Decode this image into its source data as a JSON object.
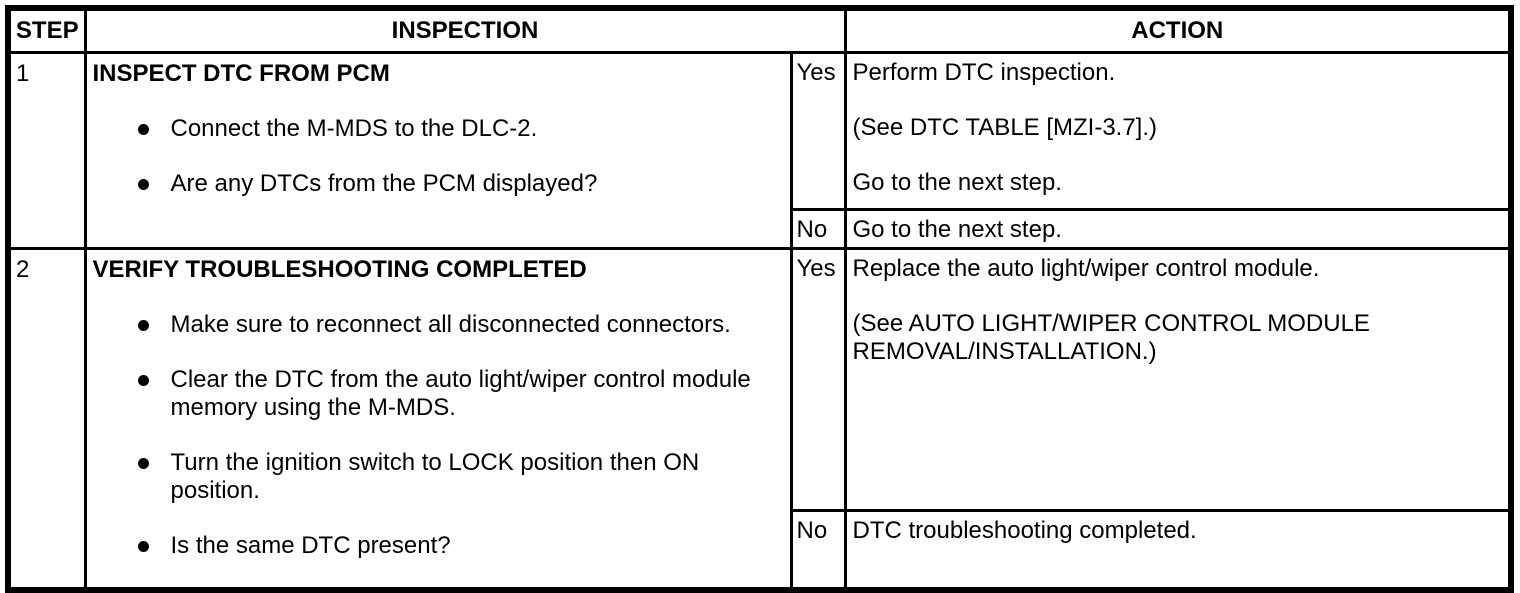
{
  "colors": {
    "border": "#000000",
    "text": "#000000",
    "background": "#ffffff"
  },
  "table": {
    "headers": {
      "step": "STEP",
      "inspection": "INSPECTION",
      "action": "ACTION"
    },
    "rows": [
      {
        "step": "1",
        "title": "INSPECT DTC FROM PCM",
        "bullets": [
          "Connect the M-MDS to the DLC-2.",
          "Are any DTCs from the PCM displayed?"
        ],
        "yes": {
          "label": "Yes",
          "actions": [
            "Perform DTC inspection.",
            "(See DTC TABLE [MZI-3.7].)",
            "Go to the next step."
          ]
        },
        "no": {
          "label": "No",
          "actions": [
            "Go to the next step."
          ]
        }
      },
      {
        "step": "2",
        "title": "VERIFY TROUBLESHOOTING COMPLETED",
        "bullets": [
          "Make sure to reconnect all disconnected connectors.",
          "Clear the DTC from the auto light/wiper control module memory using the M-MDS.",
          "Turn the ignition switch to LOCK position then ON position.",
          "Is the same DTC present?"
        ],
        "yes": {
          "label": "Yes",
          "actions": [
            "Replace the auto light/wiper control module.",
            "(See AUTO LIGHT/WIPER CONTROL MODULE REMOVAL/INSTALLATION.)"
          ]
        },
        "no": {
          "label": "No",
          "actions": [
            "DTC troubleshooting completed."
          ]
        }
      }
    ]
  }
}
